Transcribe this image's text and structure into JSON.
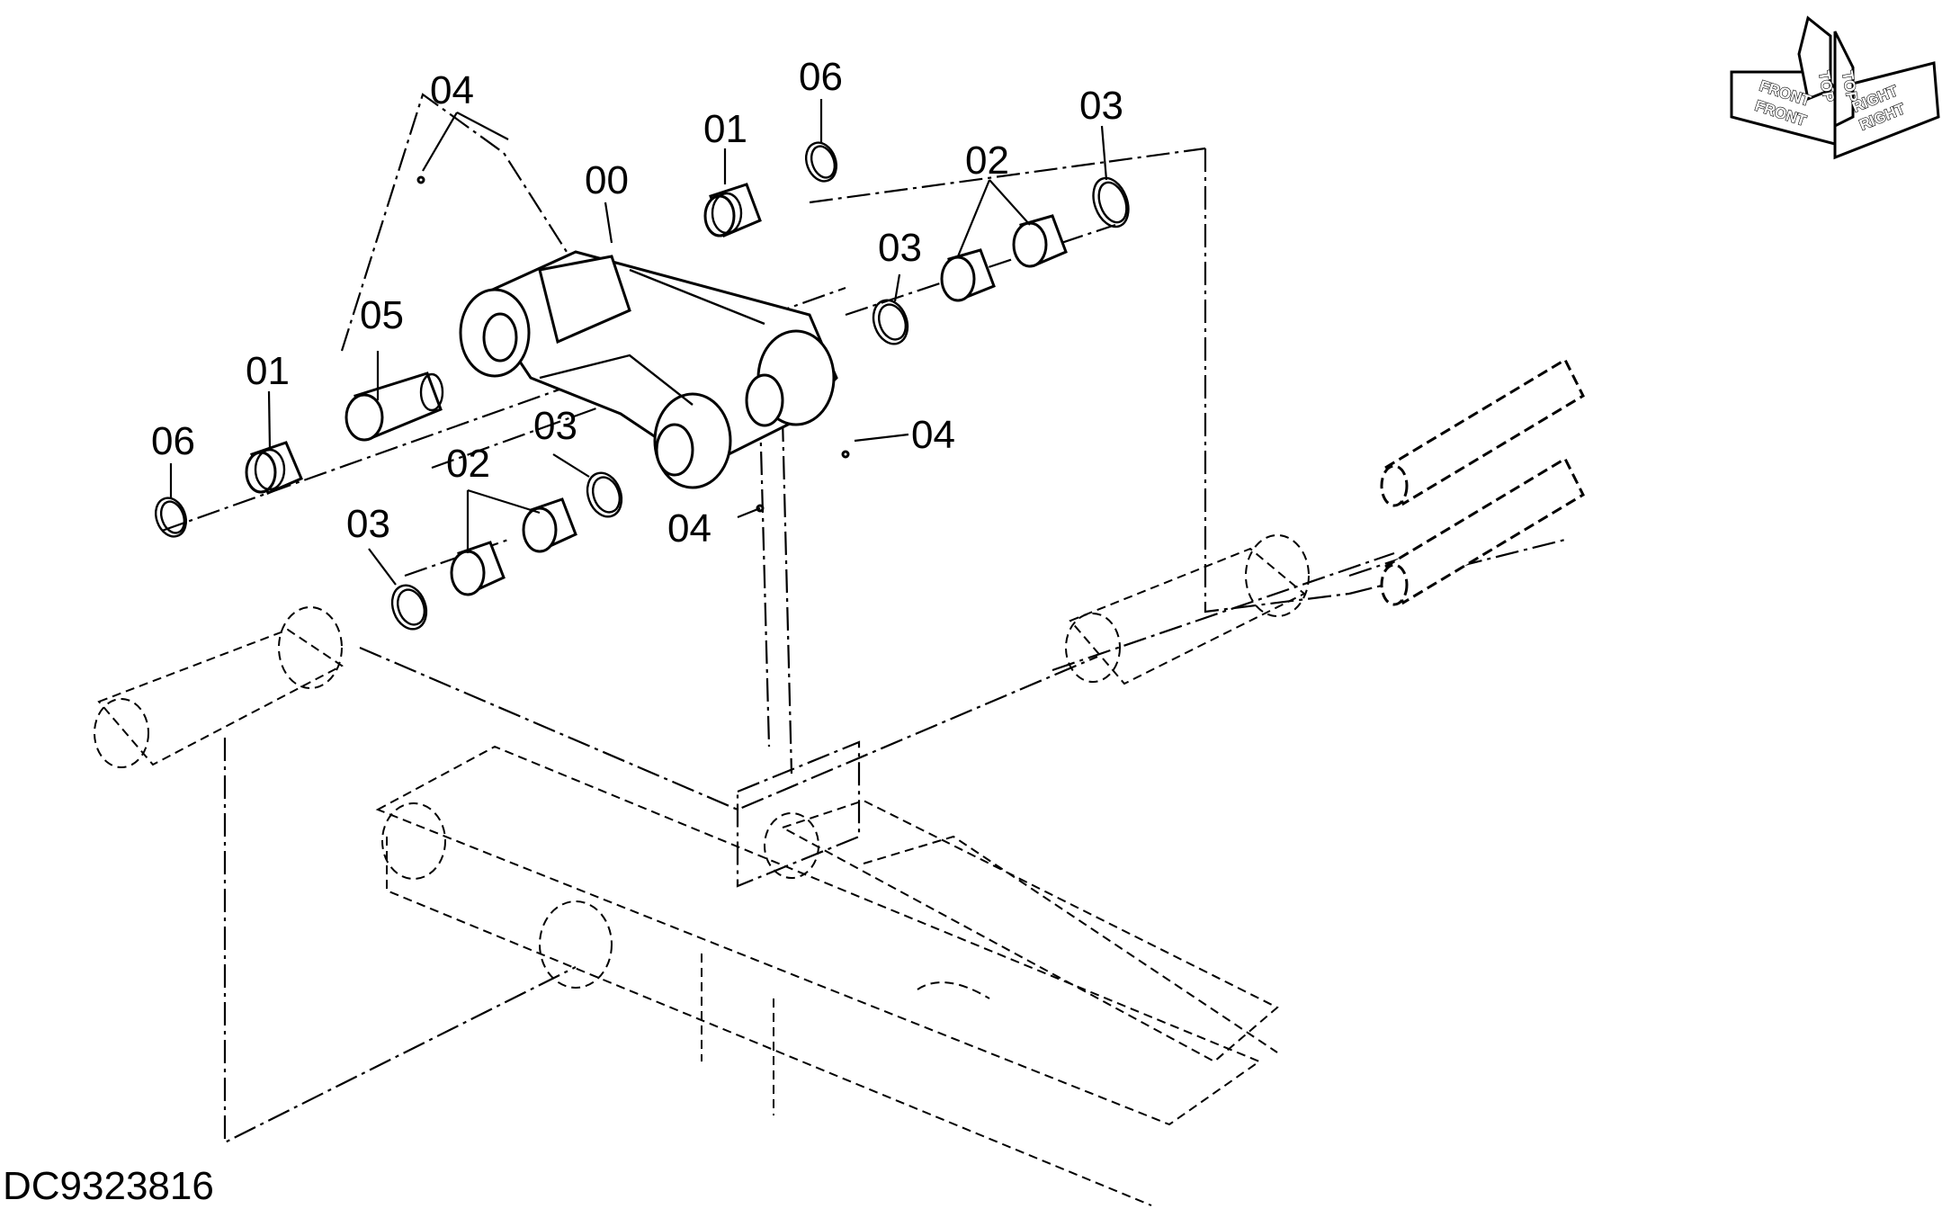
{
  "drawing": {
    "id_label": "DC9323816",
    "callouts": {
      "c00": "00",
      "c01_top": "01",
      "c01_left": "01",
      "c02_top": "02",
      "c02_left": "02",
      "c03_top_right": "03",
      "c03_mid_right": "03",
      "c03_mid": "03",
      "c03_left": "03",
      "c04_top": "04",
      "c04_right": "04",
      "c04_lower": "04",
      "c05": "05",
      "c06_top": "06",
      "c06_left": "06"
    },
    "orientation": {
      "top_upper": "TOP",
      "top_lower": "TOP",
      "front_upper": "FRONT",
      "front_lower": "FRONT",
      "right_upper": "RIGHT",
      "right_lower": "RIGHT",
      "icon": "orientation-arrows-icon"
    },
    "colors": {
      "line": "#000000",
      "background": "#ffffff"
    }
  }
}
